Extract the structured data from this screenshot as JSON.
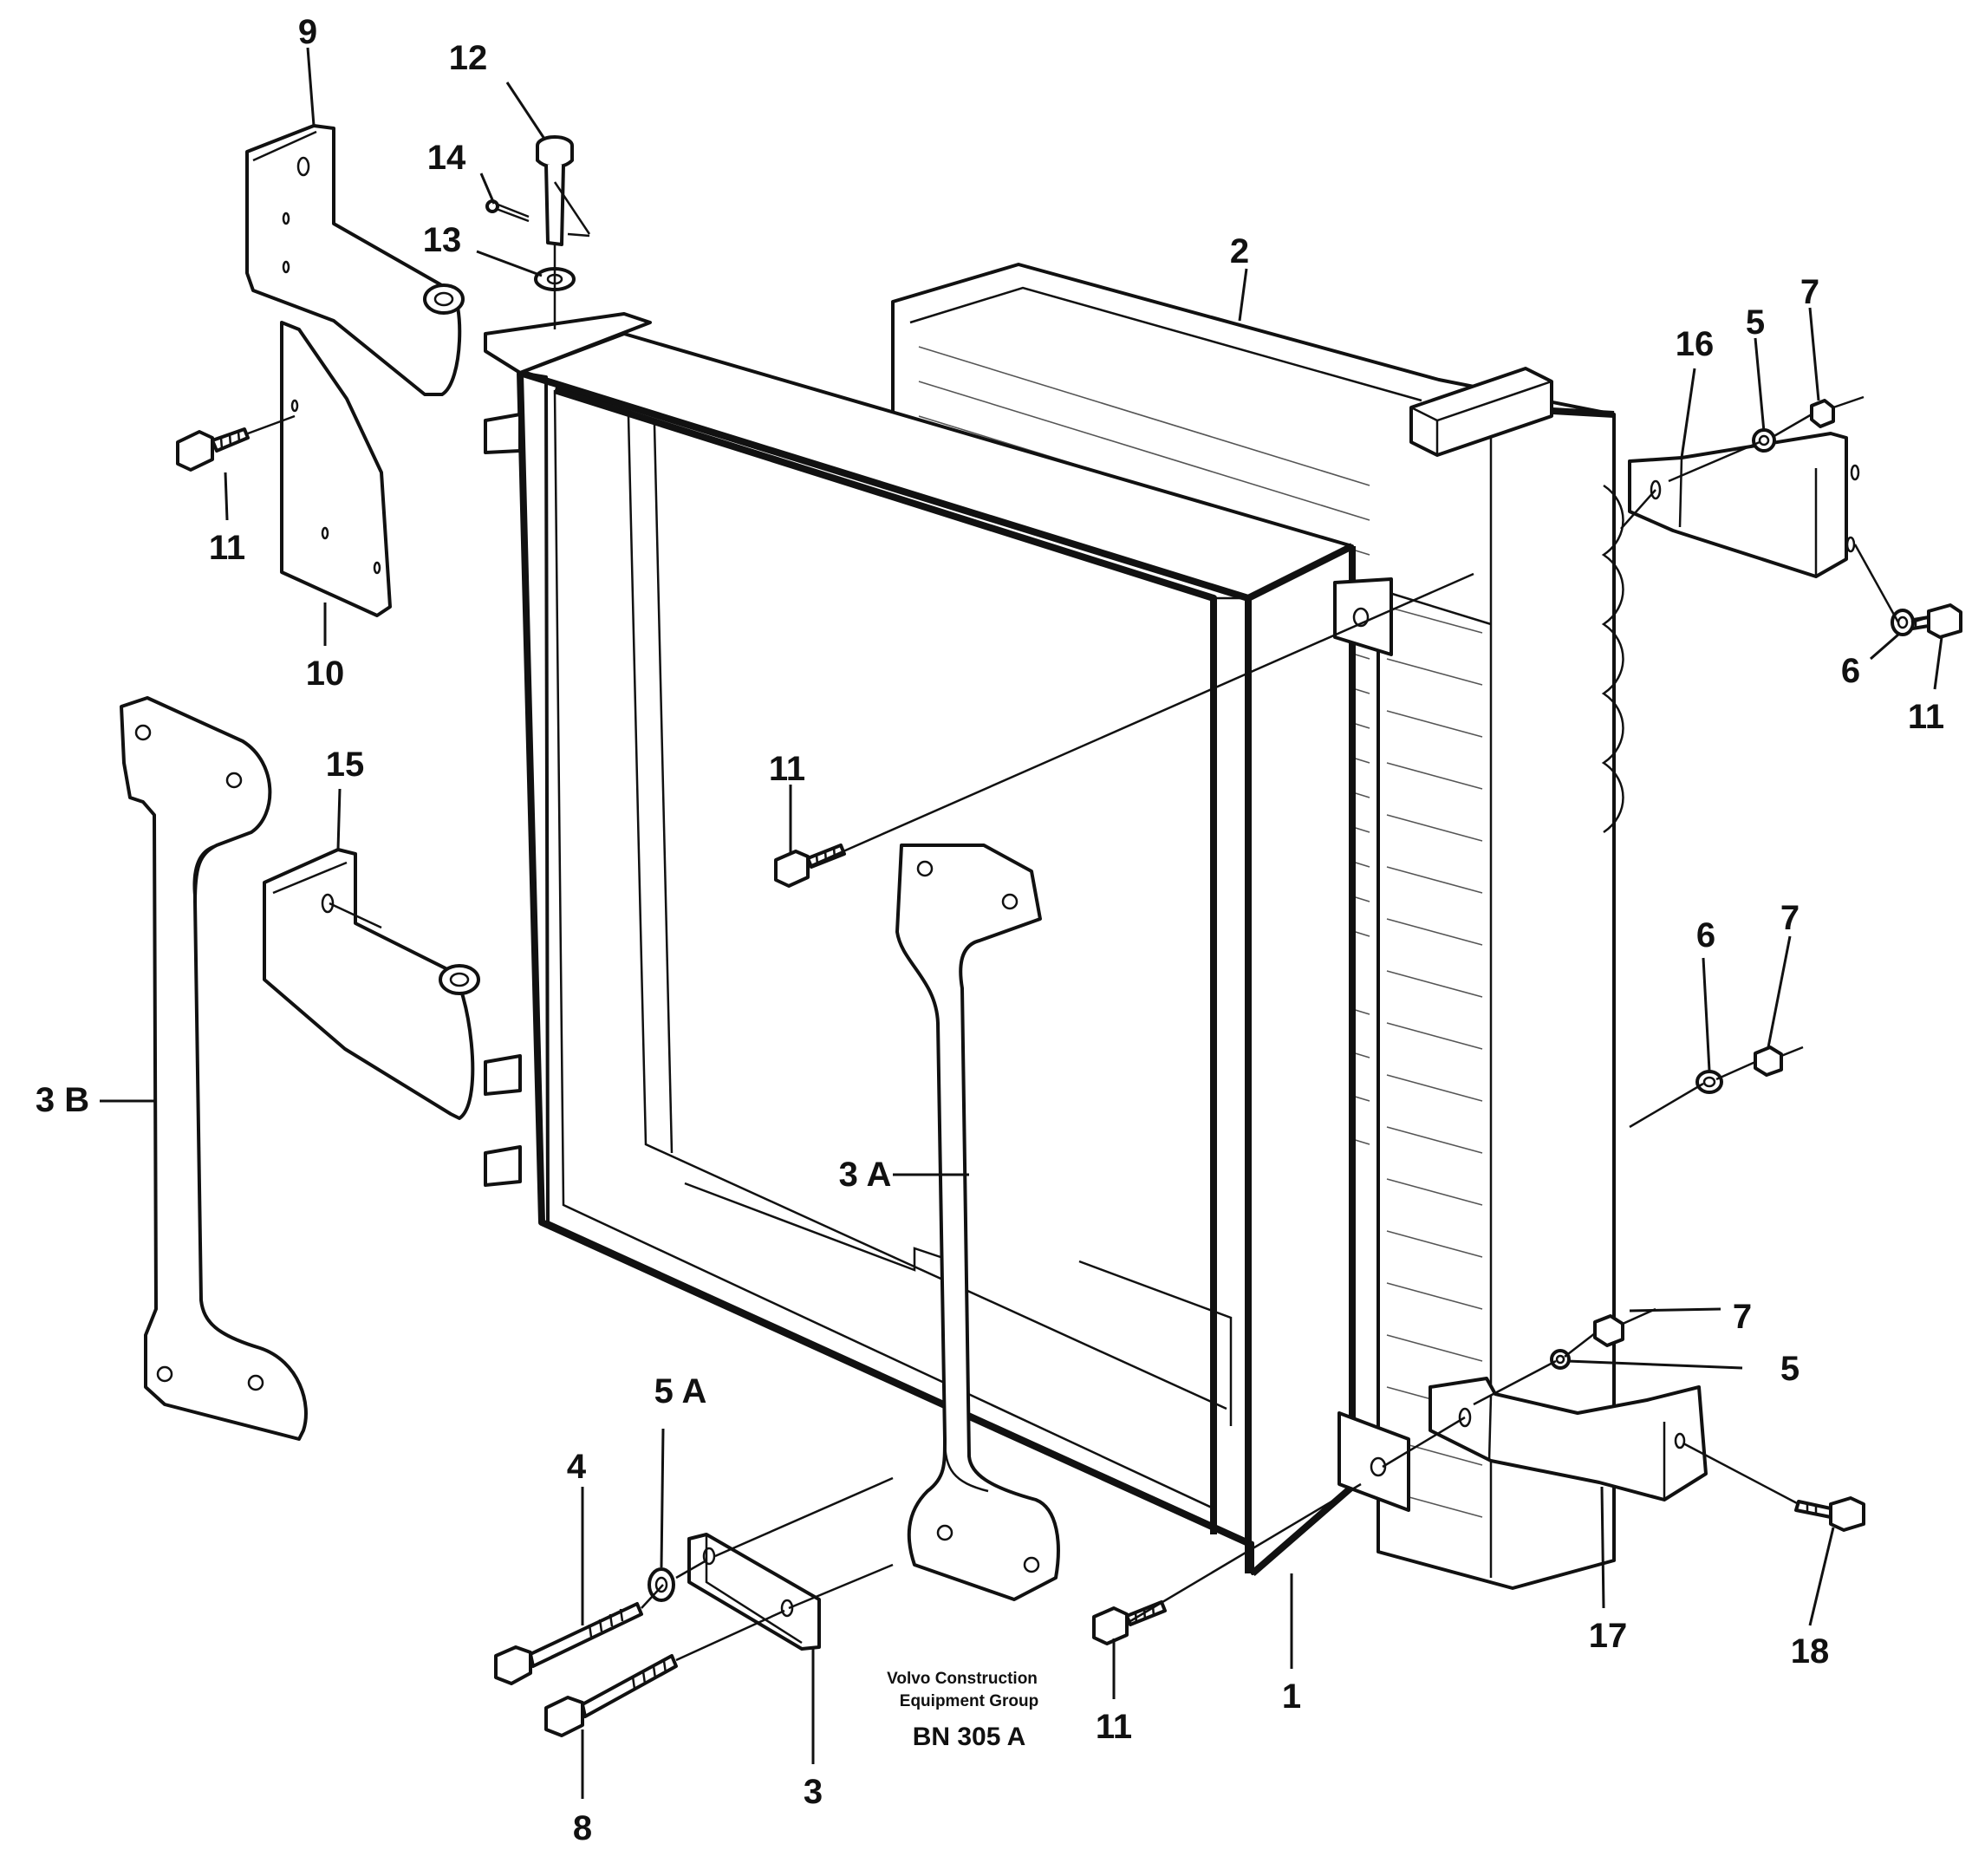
{
  "callouts": [
    {
      "id": "c1",
      "text": "1"
    },
    {
      "id": "c2",
      "text": "2"
    },
    {
      "id": "c3",
      "text": "3"
    },
    {
      "id": "c3a",
      "text": "3 A"
    },
    {
      "id": "c3b",
      "text": "3 B"
    },
    {
      "id": "c4",
      "text": "4"
    },
    {
      "id": "c5a",
      "text": "5 A"
    },
    {
      "id": "c5_upper",
      "text": "5"
    },
    {
      "id": "c5_lower",
      "text": "5"
    },
    {
      "id": "c6_upper",
      "text": "6"
    },
    {
      "id": "c6_lower",
      "text": "6"
    },
    {
      "id": "c7_upper",
      "text": "7"
    },
    {
      "id": "c7_mid",
      "text": "7"
    },
    {
      "id": "c7_lower",
      "text": "7"
    },
    {
      "id": "c8",
      "text": "8"
    },
    {
      "id": "c9",
      "text": "9"
    },
    {
      "id": "c10",
      "text": "10"
    },
    {
      "id": "c11_left",
      "text": "11"
    },
    {
      "id": "c11_center",
      "text": "11"
    },
    {
      "id": "c11_right",
      "text": "11"
    },
    {
      "id": "c11_bottom",
      "text": "11"
    },
    {
      "id": "c12",
      "text": "12"
    },
    {
      "id": "c13",
      "text": "13"
    },
    {
      "id": "c14",
      "text": "14"
    },
    {
      "id": "c15",
      "text": "15"
    },
    {
      "id": "c16",
      "text": "16"
    },
    {
      "id": "c17",
      "text": "17"
    },
    {
      "id": "c18",
      "text": "18"
    }
  ],
  "caption": {
    "line1": "Volvo Construction",
    "line2": "Equipment Group",
    "code": "BN 305 A"
  }
}
